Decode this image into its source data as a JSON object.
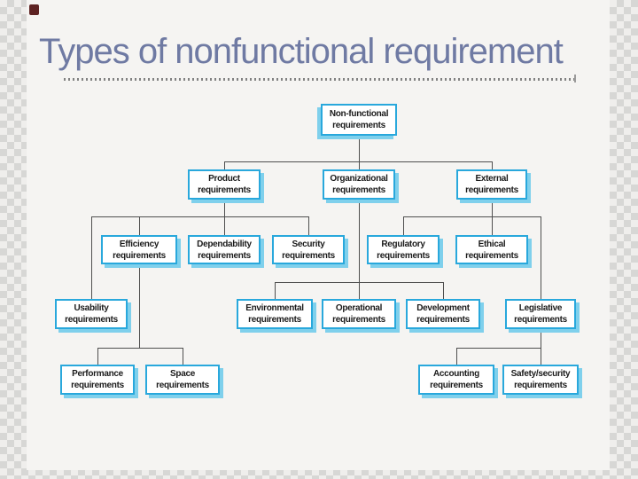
{
  "title": "Types of nonfunctional requirement",
  "colors": {
    "box_border": "#29a8dc",
    "box_shadow": "#7fd0ec",
    "box_fill": "#ffffff",
    "box_text": "#1a1a1a",
    "connector_line": "#4f4f4f",
    "title_text": "#6f7aa3",
    "slide_background": "#f5f4f2",
    "checker_light": "#efeeec",
    "checker_dark": "#d7d7d5",
    "corner_bullet": "#5d2222",
    "divider_dots": "#828282"
  },
  "diagram": {
    "type": "tree",
    "root": "Non-functional requirements",
    "nodes": [
      {
        "id": "nonfunctional",
        "line1": "Non-functional",
        "line2": "requirements",
        "parent": null
      },
      {
        "id": "product",
        "line1": "Product",
        "line2": "requirements",
        "parent": "nonfunctional"
      },
      {
        "id": "organizational",
        "line1": "Organizational",
        "line2": "requirements",
        "parent": "nonfunctional"
      },
      {
        "id": "external",
        "line1": "External",
        "line2": "requirements",
        "parent": "nonfunctional"
      },
      {
        "id": "efficiency",
        "line1": "Efficiency",
        "line2": "requirements",
        "parent": "product"
      },
      {
        "id": "dependability",
        "line1": "Dependability",
        "line2": "requirements",
        "parent": "product"
      },
      {
        "id": "security",
        "line1": "Security",
        "line2": "requirements",
        "parent": "product"
      },
      {
        "id": "regulatory",
        "line1": "Regulatory",
        "line2": "requirements",
        "parent": "external"
      },
      {
        "id": "ethical",
        "line1": "Ethical",
        "line2": "requirements",
        "parent": "external"
      },
      {
        "id": "usability",
        "line1": "Usability",
        "line2": "requirements",
        "parent": "product"
      },
      {
        "id": "environmental",
        "line1": "Environmental",
        "line2": "requirements",
        "parent": "organizational"
      },
      {
        "id": "operational",
        "line1": "Operational",
        "line2": "requirements",
        "parent": "organizational"
      },
      {
        "id": "development",
        "line1": "Development",
        "line2": "requirements",
        "parent": "organizational"
      },
      {
        "id": "legislative",
        "line1": "Legislative",
        "line2": "requirements",
        "parent": "external"
      },
      {
        "id": "performance",
        "line1": "Performance",
        "line2": "requirements",
        "parent": "efficiency"
      },
      {
        "id": "space",
        "line1": "Space",
        "line2": "requirements",
        "parent": "efficiency"
      },
      {
        "id": "accounting",
        "line1": "Accounting",
        "line2": "requirements",
        "parent": "legislative"
      },
      {
        "id": "safety_security",
        "line1": "Safety/security",
        "line2": "requirements",
        "parent": "legislative"
      }
    ]
  }
}
